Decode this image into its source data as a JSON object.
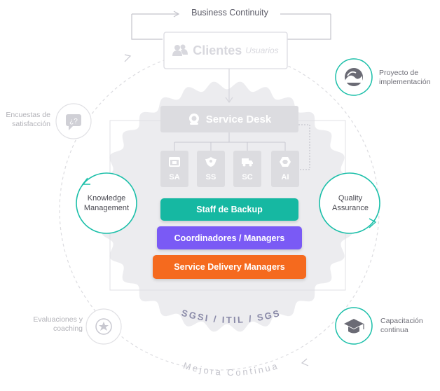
{
  "header": {
    "business_continuity": "Business Continuity"
  },
  "clients": {
    "title": "Clientes",
    "subtitle": "Usuarios"
  },
  "service_desk": {
    "title": "Service Desk"
  },
  "tiles": [
    {
      "label": "SA",
      "icon": "browser-icon"
    },
    {
      "label": "SS",
      "icon": "shield-icon"
    },
    {
      "label": "SC",
      "icon": "truck-icon"
    },
    {
      "label": "AI",
      "icon": "hexagon-icon"
    }
  ],
  "bars": [
    {
      "label": "Staff de Backup",
      "color": "#16b8a2"
    },
    {
      "label": "Coordinadores / Managers",
      "color": "#7a5af5"
    },
    {
      "label": "Service Delivery Managers",
      "color": "#f56a1e"
    }
  ],
  "circles": {
    "knowledge": "Knowledge Management",
    "quality": "Quality Assurance"
  },
  "side_items": {
    "proyecto": "Proyecto de implementación",
    "encuestas": "Encuestas de satisfacción",
    "evaluaciones": "Evaluaciones y coaching",
    "capacitacion": "Capacitación continua"
  },
  "badge_text": "SGSI / ITIL / SGS",
  "bottom_text": "Mejora Continua",
  "colors": {
    "teal": "#1bbfa9",
    "gear": "#ececef",
    "tile": "#dcdce0",
    "box": "#dcdce2"
  }
}
